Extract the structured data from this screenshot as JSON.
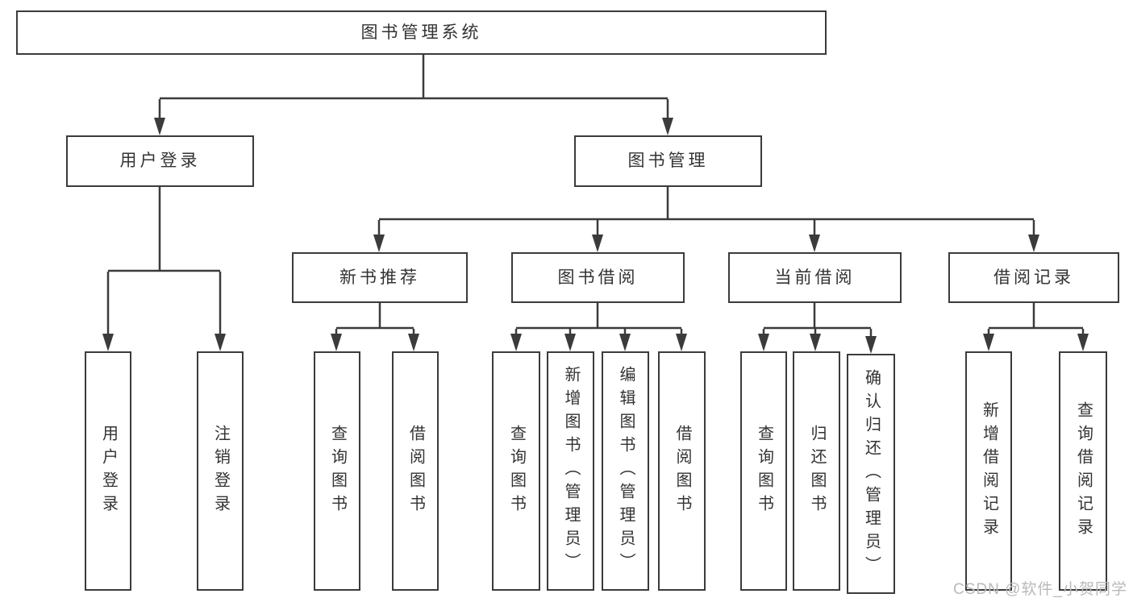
{
  "diagram": {
    "type": "tree",
    "orientation": "top-down",
    "colors": {
      "line": "#3b3b3b",
      "node_border": "#3b3b3b",
      "node_background": "#ffffff",
      "node_text": "#333333",
      "watermark_text": "#b9b9b9",
      "page_background": "#ffffff"
    },
    "tree": {
      "label": "图书管理系统",
      "children": [
        {
          "label": "用户登录",
          "children": [
            {
              "label": "用户登录"
            },
            {
              "label": "注销登录"
            }
          ]
        },
        {
          "label": "图书管理",
          "children": [
            {
              "label": "新书推荐",
              "children": [
                {
                  "label": "查询图书"
                },
                {
                  "label": "借阅图书"
                }
              ]
            },
            {
              "label": "图书借阅",
              "children": [
                {
                  "label": "查询图书"
                },
                {
                  "label": "新增图书（管理员）"
                },
                {
                  "label": "编辑图书（管理员）"
                },
                {
                  "label": "借阅图书"
                }
              ]
            },
            {
              "label": "当前借阅",
              "children": [
                {
                  "label": "查询图书"
                },
                {
                  "label": "归还图书"
                },
                {
                  "label": "确认归还（管理员）"
                }
              ]
            },
            {
              "label": "借阅记录",
              "children": [
                {
                  "label": "新增借阅记录"
                },
                {
                  "label": "查询借阅记录"
                }
              ]
            }
          ]
        }
      ]
    },
    "watermark": {
      "text": "CSDN @软件_小贺同学"
    }
  }
}
